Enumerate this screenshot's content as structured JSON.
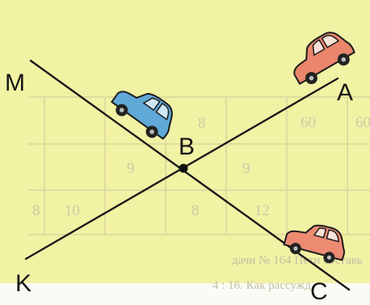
{
  "figure": {
    "points": {
      "M": "M",
      "A": "A",
      "B": "B",
      "K": "K",
      "C": "C"
    },
    "background_table": {
      "row1": [
        "60",
        "8",
        "60"
      ],
      "row2": [
        "9",
        "9"
      ],
      "row3": [
        "10",
        "8",
        "12",
        "8"
      ]
    },
    "background_text": {
      "line1": "дачи № 164 Пети составь",
      "line2": "4 : 16. Как рассужд"
    },
    "colors": {
      "panel": "#f0f1a6",
      "line": "#1a1a1a",
      "car_blue": "#5fa8d8",
      "car_red": "#e9886c",
      "car_red_low": "#ec8a72"
    }
  }
}
